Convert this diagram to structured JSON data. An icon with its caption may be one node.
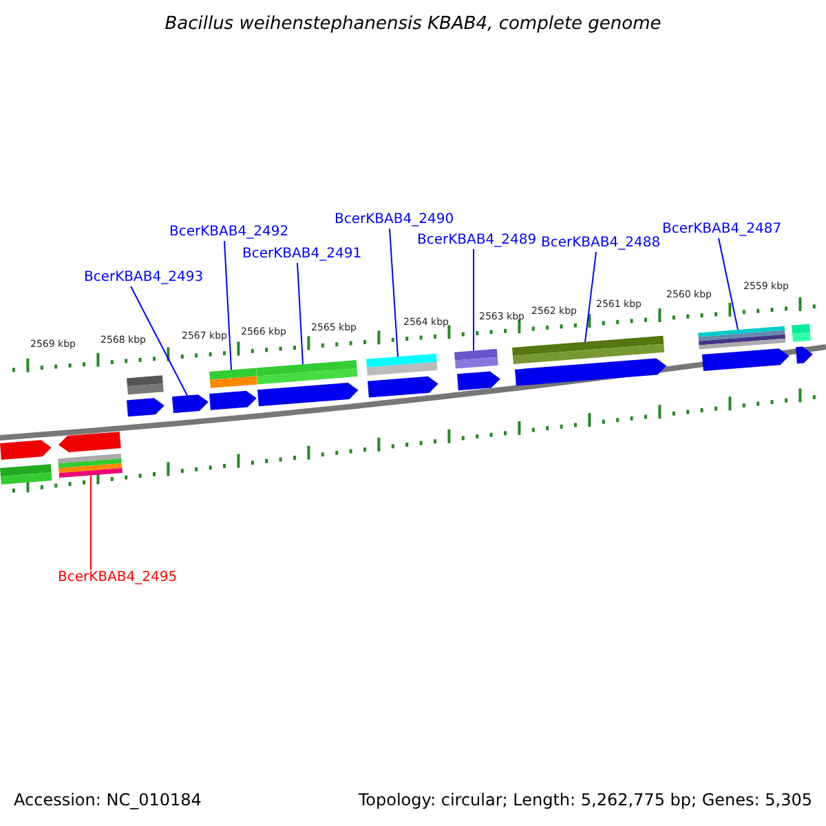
{
  "diagram": {
    "title": "Bacillus weihenstephanensis KBAB4, complete genome",
    "nodes": [
      {
        "text": [
          "BcerKBAB4_2490"
        ]
      },
      {
        "text": [
          "BcerKBAB4_2492"
        ]
      },
      {
        "text": [
          "BcerKBAB4_2487"
        ]
      },
      {
        "text": [
          "BcerKBAB4_2489"
        ]
      },
      {
        "text": [
          "BcerKBAB4_2488"
        ]
      },
      {
        "text": [
          "BcerKBAB4_2491"
        ]
      },
      {
        "text": [
          "BcerKBAB4_2493"
        ]
      },
      {
        "text": [
          "BcerKBAB4_2495"
        ]
      },
      {
        "text": [],
        "shape": "arrow"
      },
      {
        "text": [],
        "shape": "bar"
      },
      {
        "text": [],
        "shape": "arrow"
      },
      {
        "text": [],
        "shape": "bar"
      },
      {
        "text": [],
        "shape": "bar"
      },
      {
        "text": [],
        "shape": "arrow"
      },
      {
        "text": [],
        "shape": "arrow"
      },
      {
        "text": [],
        "shape": "bar"
      },
      {
        "text": [],
        "shape": "arrow"
      },
      {
        "text": [],
        "shape": "bar"
      },
      {
        "text": [],
        "shape": "arrow"
      },
      {
        "text": [],
        "shape": "bar"
      },
      {
        "text": [],
        "shape": "arrow"
      },
      {
        "text": [],
        "shape": "bar"
      },
      {
        "text": [],
        "shape": "arrow"
      },
      {
        "text": [],
        "shape": "bar"
      },
      {
        "text": [],
        "shape": "arrow"
      },
      {
        "text": [],
        "shape": "bar"
      },
      {
        "text": [],
        "shape": "arrow"
      },
      {
        "text": [],
        "shape": "bar"
      },
      {
        "text": [],
        "shape": "arrow"
      }
    ],
    "edges": [
      {
        "from": 0,
        "to": 19,
        "arrow": "none"
      },
      {
        "from": 1,
        "to": 15,
        "arrow": "none"
      },
      {
        "from": 2,
        "to": 25,
        "arrow": "none"
      },
      {
        "from": 3,
        "to": 21,
        "arrow": "none"
      },
      {
        "from": 4,
        "to": 23,
        "arrow": "none"
      },
      {
        "from": 5,
        "to": 17,
        "arrow": "none"
      },
      {
        "from": 6,
        "to": 14,
        "arrow": "none"
      },
      {
        "from": 7,
        "to": 11,
        "arrow": "none",
        "color": "#ff0000"
      }
    ],
    "labels": [
      "2569 kbp",
      "2568 kbp",
      "2567 kbp",
      "2566 kbp",
      "2565 kbp",
      "2564 kbp",
      "2563 kbp",
      "2562 kbp",
      "2561 kbp",
      "2560 kbp",
      "2559 kbp",
      "Accession: NC_010184",
      "Topology: circular; Length: 5,262,775 bp; Genes: 5,305"
    ]
  }
}
